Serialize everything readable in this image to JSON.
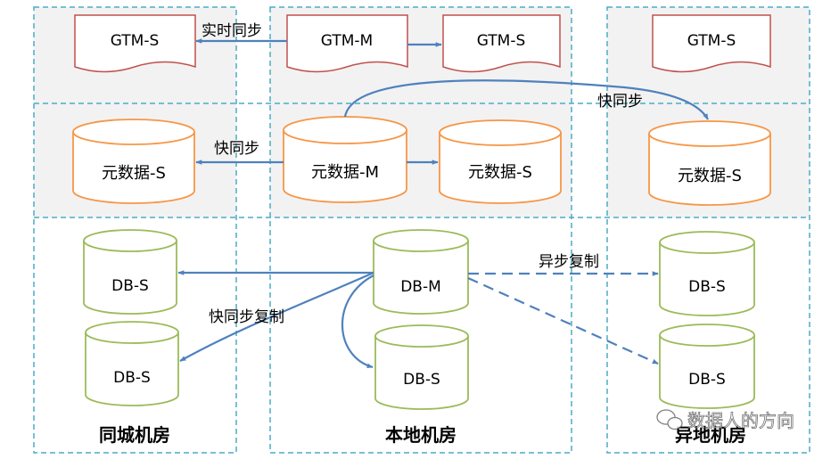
{
  "rooms": {
    "same_city": "同城机房",
    "local": "本地机房",
    "remote": "异地机房"
  },
  "gtm": {
    "same_city": "GTM-S",
    "master": "GTM-M",
    "local_slave": "GTM-S",
    "remote": "GTM-S"
  },
  "meta": {
    "same_city": "元数据-S",
    "master": "元数据-M",
    "local_slave": "元数据-S",
    "remote": "元数据-S"
  },
  "db": {
    "same_city_1": "DB-S",
    "same_city_2": "DB-S",
    "master": "DB-M",
    "local_slave": "DB-S",
    "remote_1": "DB-S",
    "remote_2": "DB-S"
  },
  "edges": {
    "realtime_sync": "实时同步",
    "fast_sync_left": "快同步",
    "fast_sync_remote": "快同步",
    "async_replication": "异步复制",
    "fast_sync_replication": "快同步复制"
  },
  "watermark": {
    "text": "数据人的方向"
  },
  "colors": {
    "frame": "#4bacc6",
    "gtm_stroke": "#c0504d",
    "meta_stroke": "#f79646",
    "db_stroke": "#9bbb59",
    "arrow": "#4f81bd",
    "band": "#f2f2f2"
  }
}
